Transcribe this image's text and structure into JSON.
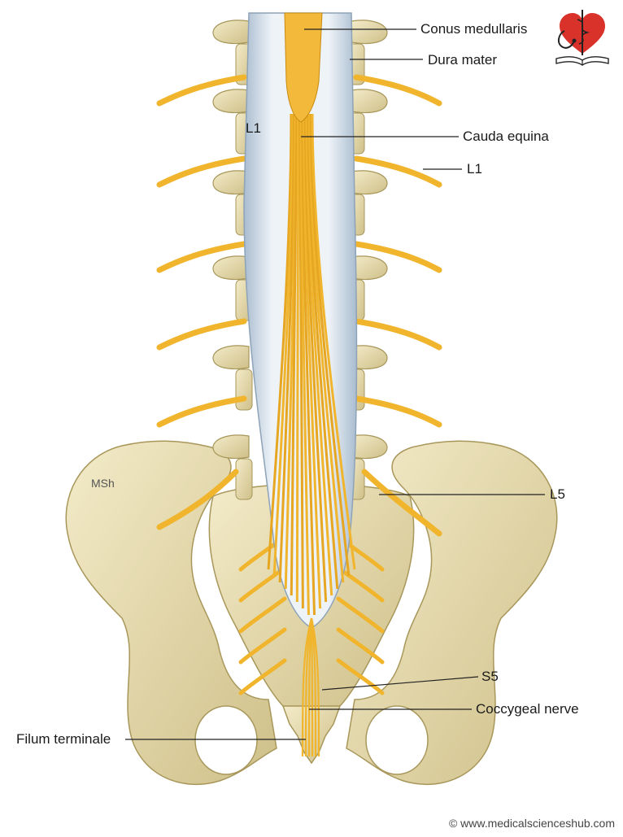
{
  "labels": {
    "conus_medullaris": "Conus medullaris",
    "dura_mater": "Dura mater",
    "cauda_equina": "Cauda equina",
    "l1_right": "L1",
    "l1_left": "L1",
    "l5": "L5",
    "s5": "S5",
    "coccygeal_nerve": "Coccygeal nerve",
    "filum_terminale": "Filum terminale",
    "msh": "MSh"
  },
  "footer": {
    "copyright": "© www.medicalscienceshub.com"
  },
  "colors": {
    "bone": "#e9dfb6",
    "bone_shadow": "#c8b97e",
    "nerve": "#f0b52c",
    "nerve_dark": "#c98a12",
    "dura": "#c9d6e3",
    "dura_light": "#eef3f8",
    "logo_heart": "#d9322b"
  }
}
